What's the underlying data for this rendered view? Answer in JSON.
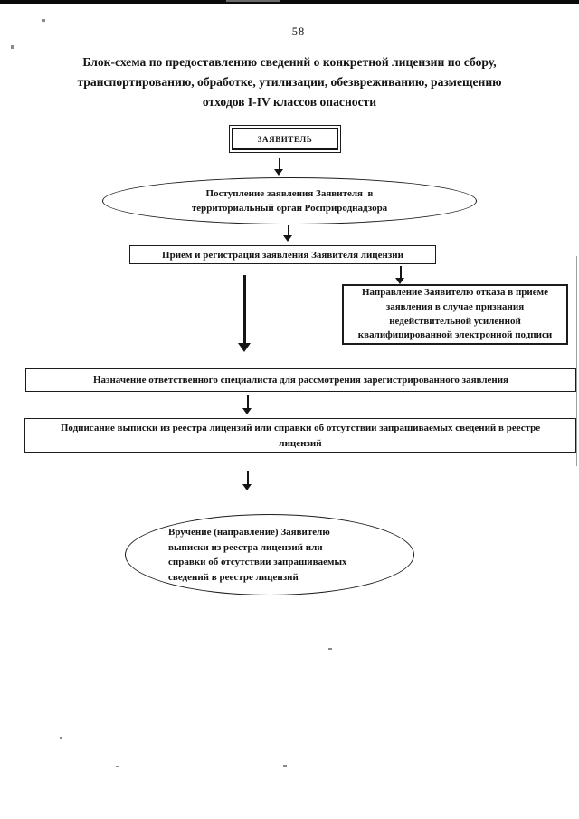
{
  "page": {
    "number": "58",
    "title_lines": [
      "Блок-схема по предоставлению сведений о конкретной лицензии по сбору,",
      "транспортированию, обработке, утилизации, обезвреживанию, размещению",
      "отходов I-IV классов опасности"
    ]
  },
  "flowchart": {
    "applicant_label": "ЗАЯВИТЕЛЬ",
    "receipt_ellipse_lines": [
      "Поступление заявления Заявителя  в",
      "территориальный орган Росприроднадзора"
    ],
    "registration_box": "Прием и регистрация заявления Заявителя лицензии",
    "rejection_box_lines": [
      "Направление Заявителю отказа в приеме",
      "заявления в случае признания",
      "недействительной усиленной",
      "квалифицированной электронной подписи"
    ],
    "assignment_box": "Назначение ответственного специалиста для рассмотрения зарегистрированного заявления",
    "signing_box_lines": [
      "Подписание выписки из реестра лицензий или справки об отсутствии запрашиваемых сведений в реестре",
      "лицензий"
    ],
    "delivery_ellipse_lines": [
      "Вручение (направление) Заявителю",
      "выписки из реестра лицензий или",
      "справки об отсутствии запрашиваемых",
      "сведений в реестре лицензий"
    ]
  },
  "colors": {
    "ink": "#141414",
    "paper": "#ffffff"
  }
}
